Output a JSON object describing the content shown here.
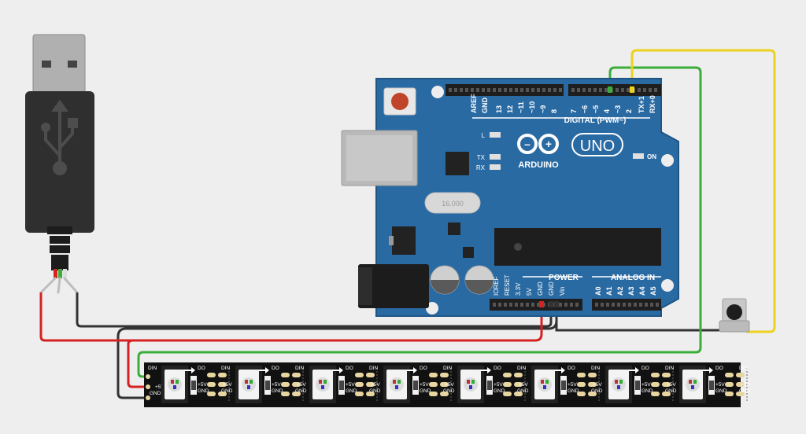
{
  "colors": {
    "background": "#eeeeee",
    "board": "#2a6aa3",
    "board_dark": "#1f5585",
    "header": "#1e1e1e",
    "wire_black": "#333333",
    "wire_red": "#d42222",
    "wire_green": "#3aad3a",
    "wire_yellow": "#ecd21f",
    "strip": "#111111",
    "usb_metal": "#a9a9a9",
    "reset_button": "#c0442a"
  },
  "arduino": {
    "brand": "ARDUINO",
    "model": "UNO",
    "digital_label": "DIGITAL (PWM~)",
    "digital_pins": [
      "AREF",
      "GND",
      "13",
      "12",
      "~11",
      "~10",
      "~9",
      "8",
      "7",
      "~6",
      "~5",
      "4",
      "~3",
      "2",
      "TX+1",
      "RX+0"
    ],
    "led_labels": [
      "L",
      "TX",
      "RX"
    ],
    "on_label": "ON",
    "crystal_label": "16.000",
    "power_label": "POWER",
    "analog_label": "ANALOG IN",
    "power_pins": [
      "IOREF",
      "RESET",
      "3.3V",
      "5V",
      "GND",
      "GND",
      "Vin"
    ],
    "analog_pins": [
      "A0",
      "A1",
      "A2",
      "A3",
      "A4",
      "A5"
    ]
  },
  "led_strip": {
    "pixel_count": 8,
    "left_labels": [
      "DIN",
      "+5V",
      "GND"
    ],
    "segment_labels": {
      "dout": "DO",
      "din": "DIN",
      "vcc": "+5V",
      "gnd": "GND"
    }
  },
  "usb": {
    "icon": "usb-trident-icon"
  },
  "pushbutton": {
    "icon": "tactile-button-icon"
  }
}
